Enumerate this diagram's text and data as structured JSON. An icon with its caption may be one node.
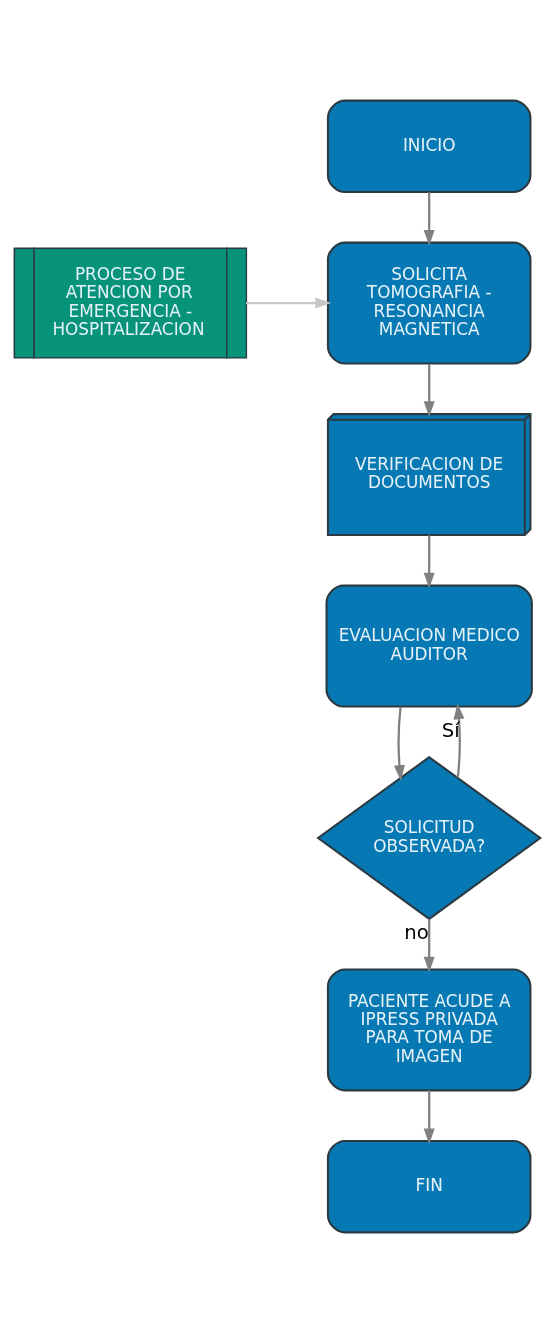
{
  "diagram": {
    "nodes": [
      {
        "text": [
          "INICIO"
        ]
      },
      {
        "text": [
          "PROCESO DE ATENCION POR EMERGENCIA - HOSPITALIZACION"
        ]
      },
      {
        "text": [
          "SOLICITA TOMOGRAFIA - RESONANCIA MAGNETICA"
        ]
      },
      {
        "text": [
          "VERIFICACION DE DOCUMENTOS"
        ]
      },
      {
        "text": [
          "EVALUACION MEDICO AUDITOR"
        ]
      },
      {
        "text": [
          "SOLICITUD OBSERVADA?"
        ]
      },
      {
        "text": [
          "PACIENTE ACUDE A IPRESS PRIVADA PARA TOMA DE IMAGEN"
        ]
      },
      {
        "text": [
          "FIN"
        ]
      }
    ],
    "edges": [
      {
        "from": 0,
        "to": 2,
        "arrow": "to"
      },
      {
        "from": 1,
        "to": 2,
        "arrow": "to",
        "color": "#c8c8c8"
      },
      {
        "from": 2,
        "to": 3,
        "arrow": "to"
      },
      {
        "from": 3,
        "to": 4,
        "arrow": "to"
      },
      {
        "from": 4,
        "to": 5,
        "arrow": "to"
      },
      {
        "from": 5,
        "to": 4,
        "arrow": "to",
        "label": "Sí"
      },
      {
        "from": 5,
        "to": 6,
        "arrow": "to",
        "label": "no"
      },
      {
        "from": 6,
        "to": 7,
        "arrow": "to"
      }
    ]
  }
}
